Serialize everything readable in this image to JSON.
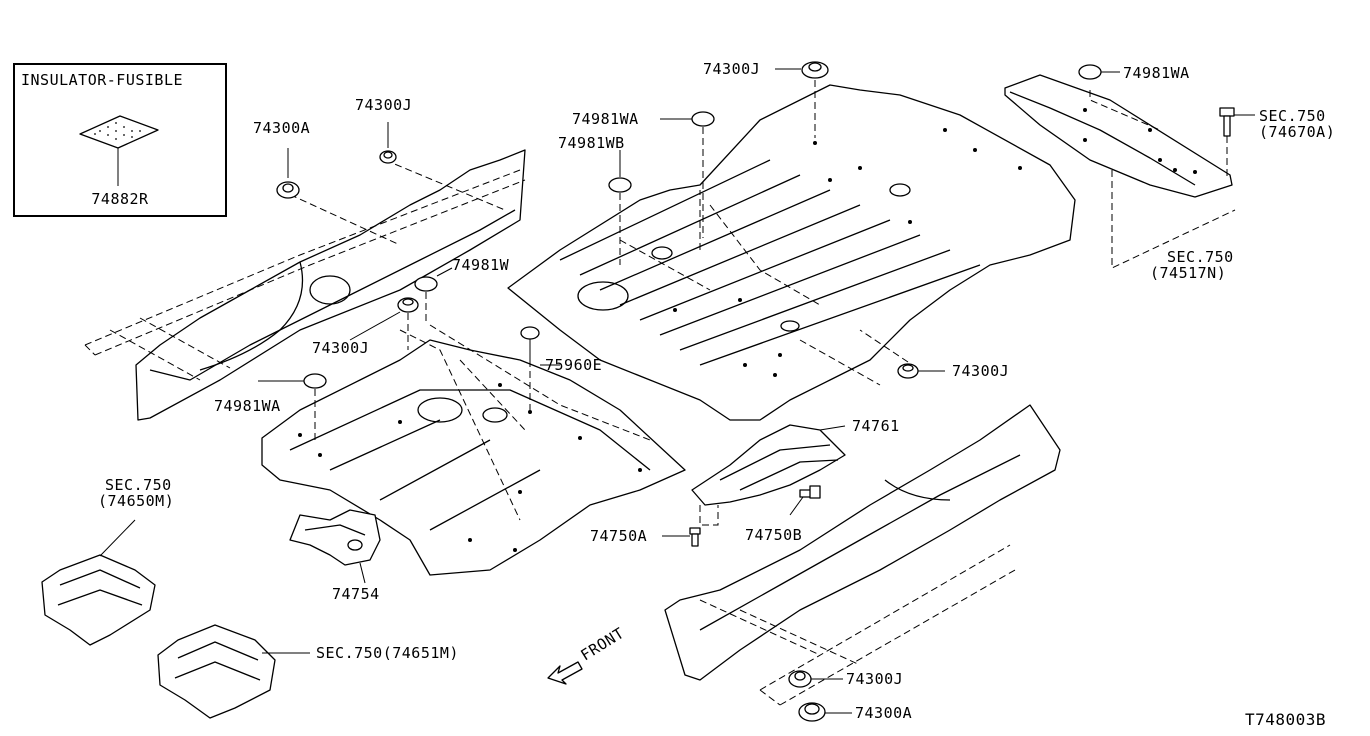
{
  "legend_box": {
    "title": "INSULATOR-FUSIBLE",
    "part": "74882R"
  },
  "labels": {
    "p74300A_top": "74300A",
    "p74300J_top": "74300J",
    "p74300J_topcenter": "74300J",
    "p74981WA_center": "74981WA",
    "p74981WB": "74981WB",
    "p74981WA_right": "74981WA",
    "sec750_74670A_line1": "SEC.750",
    "sec750_74670A_line2": "(74670A)",
    "sec750_74517N_line1": "SEC.750",
    "sec750_74517N_line2": "(74517N)",
    "p74981W": "74981W",
    "p74300J_mid": "74300J",
    "p75960E": "75960E",
    "p74981WA_left": "74981WA",
    "p74300J_right": "74300J",
    "p74761": "74761",
    "sec750_74650M_line1": "SEC.750",
    "sec750_74650M_line2": "(74650M)",
    "p74750A": "74750A",
    "p74750B": "74750B",
    "p74754": "74754",
    "sec750_74651M": "SEC.750(74651M)",
    "front": "FRONT",
    "p74300J_bottom": "74300J",
    "p74300A_bottom": "74300A",
    "diagram_code": "T748003B"
  }
}
